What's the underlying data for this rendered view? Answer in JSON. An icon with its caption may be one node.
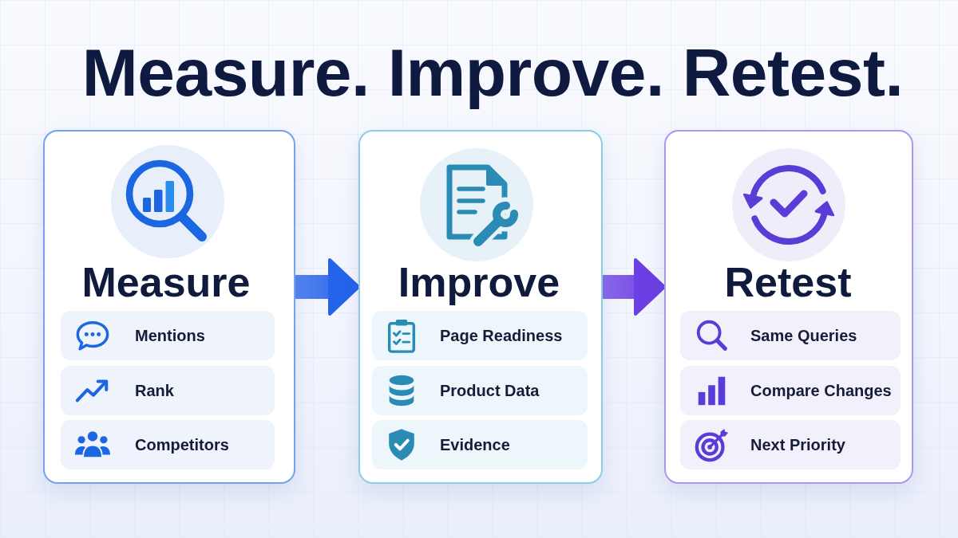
{
  "diagram": {
    "title": "Measure. Improve. Retest.",
    "nodes": [
      {
        "text": [
          "Measure"
        ]
      },
      {
        "text": [
          "Mentions"
        ],
        "in": 0
      },
      {
        "text": [
          "Rank"
        ],
        "in": 0
      },
      {
        "text": [
          "Competitors"
        ],
        "in": 0
      },
      {
        "text": [
          "Improve"
        ]
      },
      {
        "text": [
          "Page Readiness"
        ],
        "in": 4
      },
      {
        "text": [
          "Product Data"
        ],
        "in": 4
      },
      {
        "text": [
          "Evidence"
        ],
        "in": 4
      },
      {
        "text": [
          "Retest"
        ]
      },
      {
        "text": [
          "Same Queries"
        ],
        "in": 8
      },
      {
        "text": [
          "Compare Changes"
        ],
        "in": 8
      },
      {
        "text": [
          "Next Priority"
        ],
        "in": 8
      }
    ],
    "edges": [
      {
        "from": 0,
        "to": 4,
        "arrow": "to",
        "style": "thick",
        "color": "#2563eb"
      },
      {
        "from": 4,
        "to": 8,
        "arrow": "to",
        "style": "thick",
        "color": "#6b3fe3"
      }
    ]
  }
}
